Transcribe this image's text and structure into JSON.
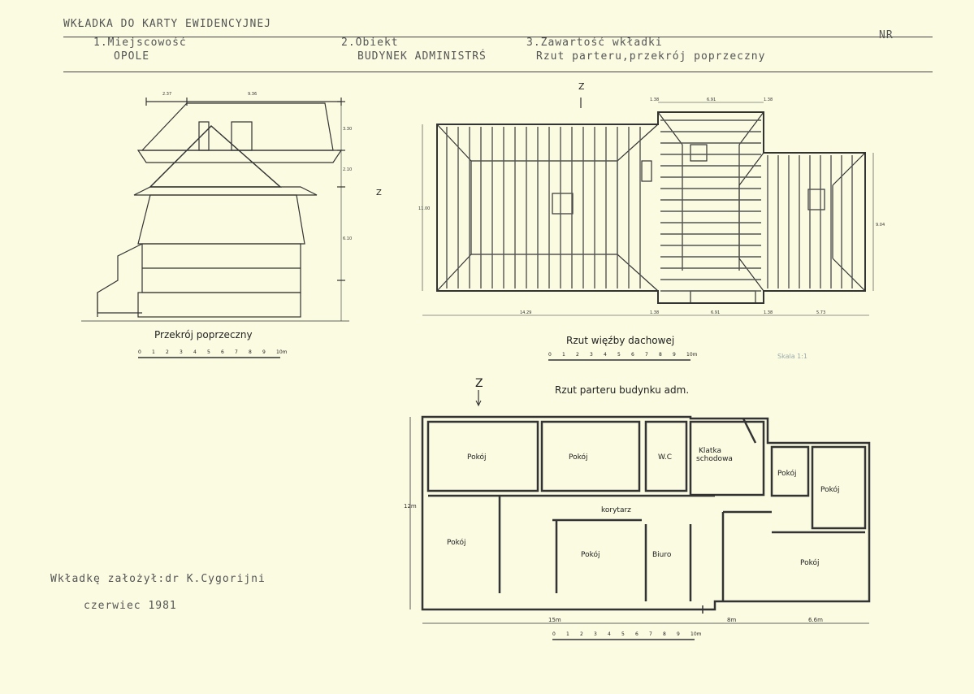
{
  "header": {
    "title": "WKŁADKA DO KARTY EWIDENCYJNEJ",
    "nr_label": "NR",
    "field1_label": "1.Miejscowość",
    "field1_value": "OPOLE",
    "field2_label": "2.Obiekt",
    "field2_value": "BUDYNEK ADMINISTRŚ",
    "field3_label": "3.Zawartość wkładki",
    "field3_value": "Rzut parteru,przekrój poprzeczny"
  },
  "drawings": {
    "section": {
      "caption": "Przekrój poprzeczny",
      "dims_top": [
        "2.37",
        "9.36"
      ],
      "dims_right": [
        "3.30",
        "2.10",
        "6.10"
      ]
    },
    "roof": {
      "caption": "Rzut więźby dachowej",
      "north": "Z",
      "side_north": "Z",
      "dims_top": [
        "1.38",
        "6.91",
        "1.38"
      ],
      "dims_bottom": [
        "14.29",
        "1.38",
        "6.91",
        "1.38",
        "5.73"
      ],
      "dim_left": "11.00",
      "dim_right": "9.04",
      "stamp": "Skala 1:1"
    },
    "ground": {
      "caption": "Rzut parteru budynku adm.",
      "north": "Z",
      "rooms": [
        "Pokój",
        "Pokój",
        "W.C",
        "Klatka",
        "schodowa",
        "Pokój",
        "Pokój",
        "korytarz",
        "Pokój",
        "Pokój",
        "Biuro",
        "Pokój"
      ],
      "dim_left": "12m",
      "dims_bottom": [
        "15m",
        "8m",
        "6.6m"
      ]
    },
    "scale_ticks": [
      "0",
      "1",
      "2",
      "3",
      "4",
      "5",
      "6",
      "7",
      "8",
      "9",
      "10m"
    ]
  },
  "footer": {
    "author": "Wkładkę założył:dr K.Cygorijni",
    "date": "czerwiec 1981"
  }
}
